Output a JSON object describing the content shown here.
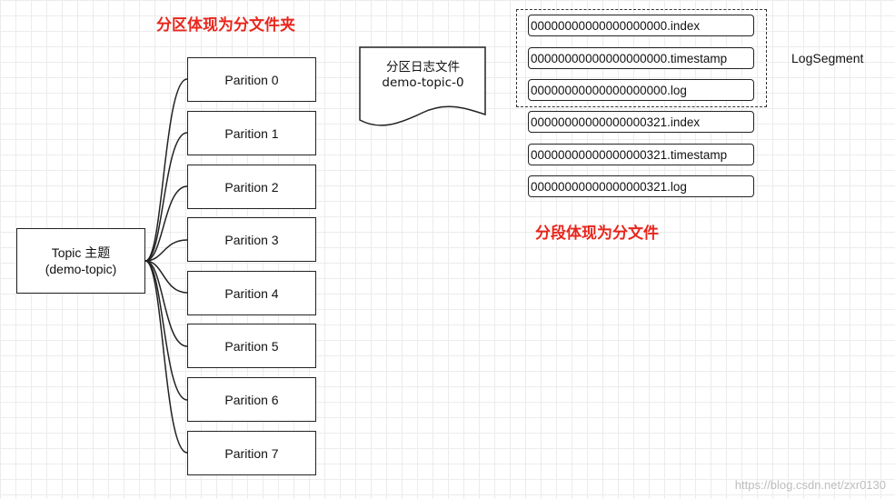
{
  "headings": {
    "partition_as_folder": "分区体现为分文件夹",
    "segment_as_file": "分段体现为分文件"
  },
  "topic": {
    "line1": "Topic 主题",
    "line2": "(demo-topic)"
  },
  "partitions": [
    "Parition 0",
    "Parition 1",
    "Parition 2",
    "Parition 3",
    "Parition 4",
    "Parition 5",
    "Parition 6",
    "Parition 7"
  ],
  "log_document": {
    "line1": "分区日志文件",
    "line2": "demo-topic-0"
  },
  "segment_files": [
    "00000000000000000000.index",
    "00000000000000000000.timestamp",
    "00000000000000000000.log",
    "00000000000000000321.index",
    "00000000000000000321.timestamp",
    "00000000000000000321.log"
  ],
  "log_segment_label": "LogSegment",
  "watermark": "https://blog.csdn.net/zxr0130",
  "colors": {
    "heading": "#e8261c",
    "stroke": "#222222",
    "grid": "#ececec"
  }
}
